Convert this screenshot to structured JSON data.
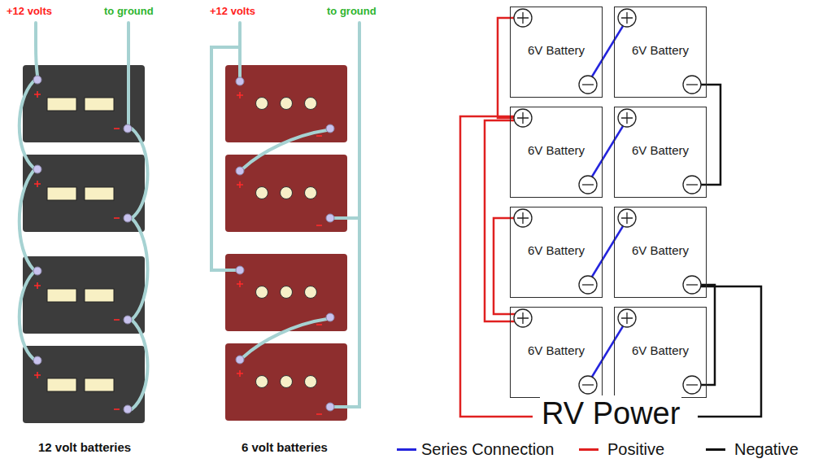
{
  "diagram": {
    "nodes": [
      {
        "text": [
          "6V Battery"
        ]
      },
      {
        "text": [
          "6V Battery"
        ]
      },
      {
        "text": [
          "6V Battery"
        ]
      },
      {
        "text": [
          "6V Battery"
        ]
      },
      {
        "text": [
          "6V Battery"
        ]
      },
      {
        "text": [
          "6V Battery"
        ]
      },
      {
        "text": [
          "6V Battery"
        ]
      },
      {
        "text": [
          "6V Battery"
        ]
      }
    ],
    "edges": [
      {
        "from": 0,
        "to": 1,
        "arrow": "none"
      },
      {
        "from": 2,
        "to": 3,
        "arrow": "none"
      },
      {
        "from": 4,
        "to": 5,
        "arrow": "none"
      },
      {
        "from": 6,
        "to": 7,
        "arrow": "none"
      },
      {
        "from": 0,
        "to": 2,
        "arrow": "none"
      },
      {
        "from": 2,
        "to": 6,
        "arrow": "none"
      },
      {
        "from": 4,
        "to": 6,
        "arrow": "none"
      },
      {
        "from": 1,
        "to": 3,
        "arrow": "none"
      },
      {
        "from": 5,
        "to": 7,
        "arrow": "none"
      }
    ],
    "labels": [
      "+12 volts",
      "to ground",
      "+12 volts",
      "to ground",
      "12 volt batteries",
      "6 volt batteries",
      "RV Power"
    ],
    "legend": [
      {
        "text": "Series Connection",
        "color": "#2424dd"
      },
      {
        "text": "Positive",
        "color": "#e02020"
      },
      {
        "text": "Negative",
        "color": "#111111"
      }
    ]
  }
}
